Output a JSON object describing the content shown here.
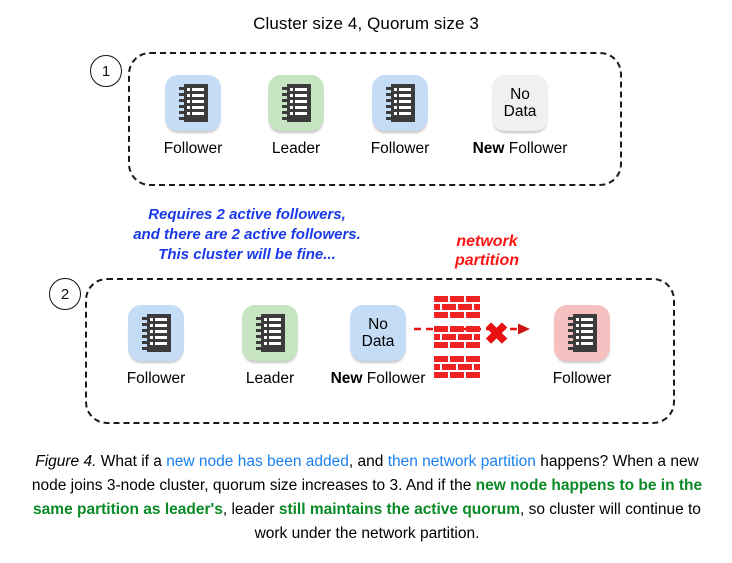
{
  "diagram": {
    "title": "Cluster size 4, Quorum size 3",
    "steps": [
      {
        "number": "1"
      },
      {
        "number": "2"
      }
    ],
    "row1": {
      "nodes": [
        {
          "icon": "ledger-icon",
          "chip": "blue",
          "content": "",
          "label_bold": "",
          "label_rest": "Follower"
        },
        {
          "icon": "ledger-icon",
          "chip": "green",
          "content": "",
          "label_bold": "",
          "label_rest": "Leader"
        },
        {
          "icon": "ledger-icon",
          "chip": "blue",
          "content": "",
          "label_bold": "",
          "label_rest": "Follower"
        },
        {
          "icon": "no-data-text",
          "chip": "gray",
          "content": "No Data",
          "content_line1": "No",
          "content_line2": "Data",
          "label_bold": "New",
          "label_rest": " Follower"
        }
      ]
    },
    "row2": {
      "nodes": [
        {
          "icon": "ledger-icon",
          "chip": "blue",
          "content": "",
          "label_bold": "",
          "label_rest": "Follower"
        },
        {
          "icon": "ledger-icon",
          "chip": "green",
          "content": "",
          "label_bold": "",
          "label_rest": "Leader"
        },
        {
          "icon": "no-data-text",
          "chip": "blue",
          "content": "No Data",
          "content_line1": "No",
          "content_line2": "Data",
          "label_bold": "New",
          "label_rest": " Follower"
        },
        {
          "icon": "ledger-icon",
          "chip": "pink",
          "content": "",
          "label_bold": "",
          "label_rest": "Follower"
        }
      ]
    },
    "annotation": {
      "line1": "Requires 2 active followers,",
      "line2": "and there are 2 active followers.",
      "line3": "This cluster will be fine..."
    },
    "partition": {
      "line1": "network",
      "line2": "partition",
      "wall_icon": "brick-wall-icon",
      "blocked_icon": "red-x-icon",
      "arrow_icon": "dashed-arrow-icon"
    },
    "caption": {
      "figure_label": "Figure 4.",
      "seg1": " What if a ",
      "seg2_blue": "new node has been added",
      "seg3": ", and ",
      "seg4_blue": "then network partition",
      "seg5": " happens? When a new node joins 3-node cluster, quorum size increases to 3. And if the ",
      "seg6_green": "new node happens to be in the same partition as leader's",
      "seg7": ", leader ",
      "seg8_green": "still maintains the active quorum",
      "seg9": ", so cluster will continue to work under the network partition."
    },
    "colors": {
      "chip_blue": "#c5dcf7",
      "chip_green": "#c6e3c2",
      "chip_gray": "#f0f0f0",
      "chip_pink": "#f7c0c0",
      "annotation_blue": "#1a39e8",
      "partition_red": "#ff1414",
      "caption_blue": "#1a7ff0",
      "caption_green": "#0a8a26",
      "brick_red": "#ee2222"
    }
  }
}
